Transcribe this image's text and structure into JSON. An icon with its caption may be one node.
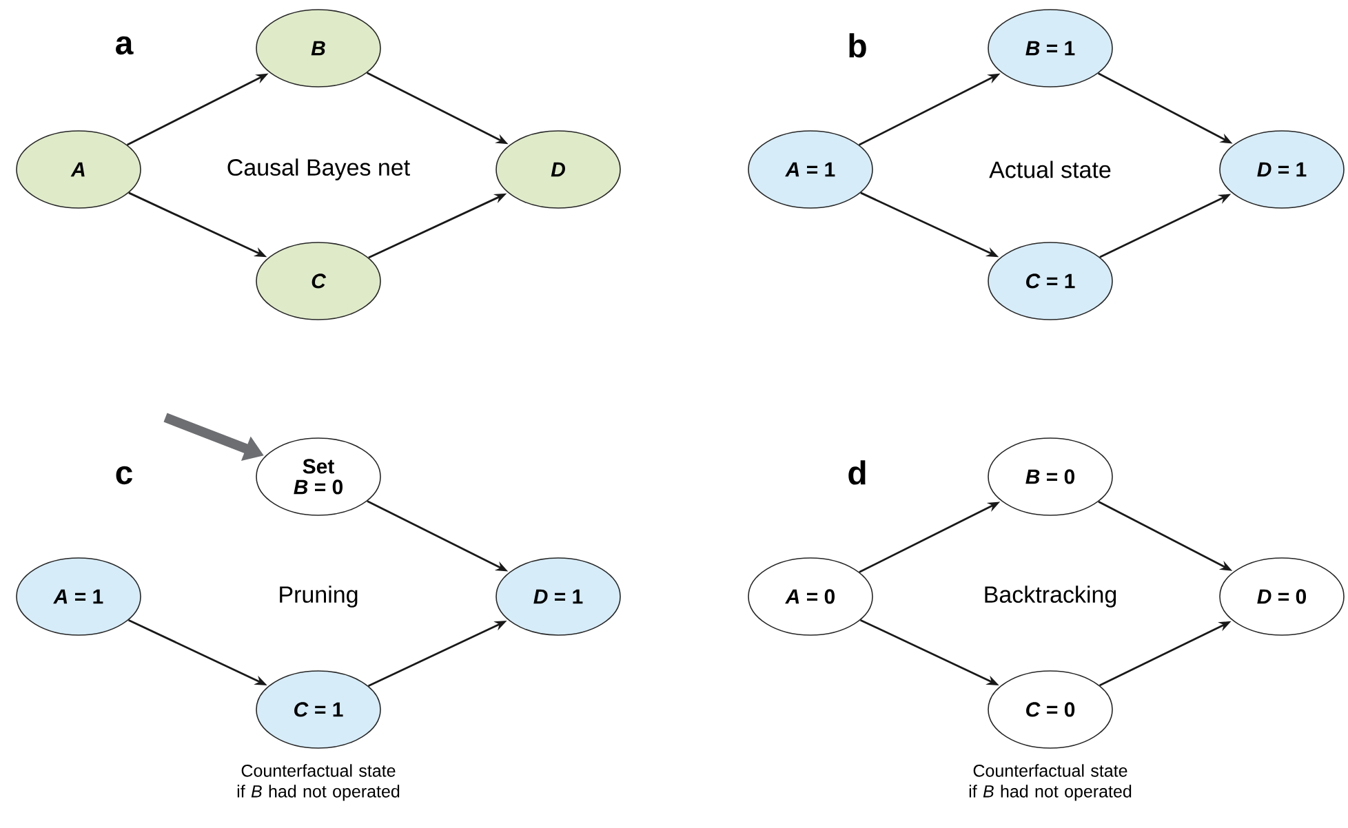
{
  "diagram": {
    "nodes": [
      {
        "text": [
          "A"
        ]
      },
      {
        "text": [
          "B"
        ]
      },
      {
        "text": [
          "C"
        ]
      },
      {
        "text": [
          "D"
        ]
      },
      {
        "text": [
          "*A* = 1"
        ]
      },
      {
        "text": [
          "*B* = 1"
        ]
      },
      {
        "text": [
          "*C* = 1"
        ]
      },
      {
        "text": [
          "*D* = 1"
        ]
      },
      {
        "text": [
          "*A* = 1"
        ]
      },
      {
        "text": [
          "Set",
          "*B* = 0"
        ]
      },
      {
        "text": [
          "*C* = 1"
        ]
      },
      {
        "text": [
          "*D* = 1"
        ]
      },
      {
        "text": [
          "*A* = 0"
        ]
      },
      {
        "text": [
          "*B* = 0"
        ]
      },
      {
        "text": [
          "*C* = 0"
        ]
      },
      {
        "text": [
          "*D* = 0"
        ]
      }
    ],
    "edges": [
      {
        "from": 0,
        "to": 1,
        "arrow": "to"
      },
      {
        "from": 0,
        "to": 2,
        "arrow": "to"
      },
      {
        "from": 1,
        "to": 3,
        "arrow": "to"
      },
      {
        "from": 2,
        "to": 3,
        "arrow": "to"
      },
      {
        "from": 4,
        "to": 5,
        "arrow": "to"
      },
      {
        "from": 4,
        "to": 6,
        "arrow": "to"
      },
      {
        "from": 5,
        "to": 7,
        "arrow": "to"
      },
      {
        "from": 6,
        "to": 7,
        "arrow": "to"
      },
      {
        "from": null,
        "to": 9,
        "arrow": "to",
        "style": "thick",
        "color": "#6d6e71"
      },
      {
        "from": 9,
        "to": 11,
        "arrow": "to"
      },
      {
        "from": 8,
        "to": 10,
        "arrow": "to"
      },
      {
        "from": 10,
        "to": 11,
        "arrow": "to"
      },
      {
        "from": 12,
        "to": 13,
        "arrow": "to"
      },
      {
        "from": 12,
        "to": 14,
        "arrow": "to"
      },
      {
        "from": 13,
        "to": 15,
        "arrow": "to"
      },
      {
        "from": 14,
        "to": 15,
        "arrow": "to"
      }
    ],
    "labels": [
      "a",
      "Causal Bayes net",
      "b",
      "Actual state",
      "c",
      "Pruning",
      "Counterfactual state if *B* had not operated",
      "d",
      "Backtracking",
      "Counterfactual state if *B* had not operated"
    ]
  }
}
